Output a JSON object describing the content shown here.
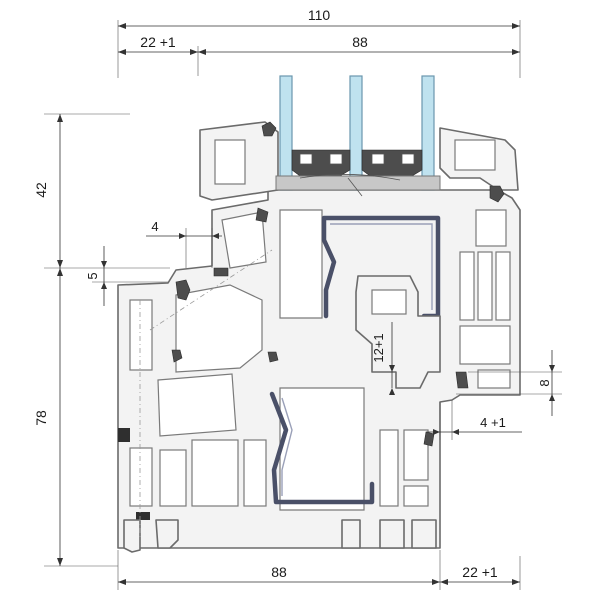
{
  "dimensions": {
    "top_overall": "110",
    "top_left": "22 +1",
    "top_right": "88",
    "left_upper": "42",
    "left_lower": "78",
    "small_5": "5",
    "small_4": "4",
    "gap_12": "12+1",
    "right_8": "8",
    "right_4": "4 +1",
    "bottom_left": "88",
    "bottom_right": "22 +1"
  },
  "colors": {
    "profile": "#f3f3f3",
    "outline": "#6b6b6b",
    "steel": "#4a5068",
    "glass": "#bfe2ef",
    "seal": "#4d4d4d"
  }
}
